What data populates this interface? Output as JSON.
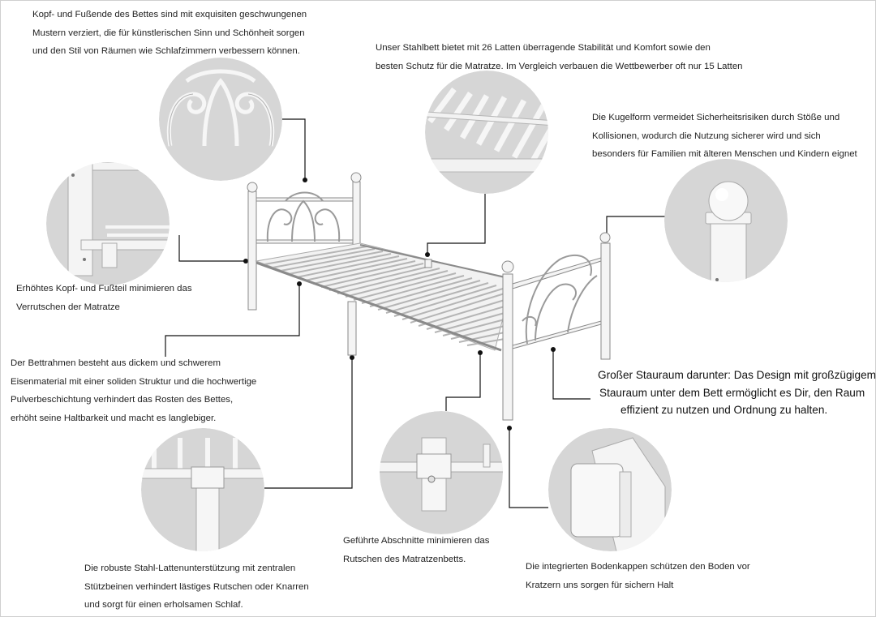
{
  "callouts": {
    "headboard": [
      "Kopf- und Fußende des Bettes sind mit exquisiten geschwungenen",
      "Mustern verziert, die für künstlerischen Sinn und Schönheit sorgen",
      "und den Stil von Räumen wie Schlafzimmern verbessern können."
    ],
    "slats": [
      "Unser Stahlbett bietet mit 26 Latten überragende Stabilität und Komfort sowie den",
      "besten Schutz für die Matratze. Im Vergleich verbauen die Wettbewerber oft nur 15 Latten"
    ],
    "ball": [
      "Die Kugelform vermeidet Sicherheitsrisiken durch Stöße und",
      "Kollisionen, wodurch die Nutzung sicherer wird und sich",
      "besonders für Familien mit älteren Menschen und Kindern eignet"
    ],
    "raised": [
      "Erhöhtes Kopf- und Fußteil minimieren das",
      "Verrutschen der Matratze"
    ],
    "frame_material": [
      "Der Bettrahmen besteht aus dickem und schwerem",
      "Eisenmaterial mit einer soliden Struktur und die hochwertige",
      "Pulverbeschichtung verhindert das Rosten des Bettes,",
      "erhöht seine Haltbarkeit und macht es langlebiger."
    ],
    "storage": [
      "Großer Stauraum darunter: Das Design mit großzügigem",
      "Stauraum unter dem Bett ermöglicht es Dir, den Raum",
      "effizient zu nutzen und Ordnung zu halten."
    ],
    "guided": [
      "Geführte Abschnitte minimieren das",
      "Rutschen des Matratzenbetts."
    ],
    "support": [
      "Die robuste Stahl-Lattenunterstützung mit zentralen",
      "Stützbeinen verhindert lästiges Rutschen oder Knarren",
      "und sorgt für einen erholsamen Schlaf."
    ],
    "caps": [
      "Die integrierten Bodenkappen schützen den Boden vor",
      "Kratzern uns sorgen für sichern Halt"
    ]
  },
  "colors": {
    "circle": "#d6d6d6",
    "metal": "#f3f3f3",
    "outline": "#8a8a8a",
    "leader": "#111111"
  },
  "icons": [
    "headboard-detail",
    "slats-detail",
    "ball-knob-detail",
    "raised-edge-detail",
    "center-leg-detail",
    "guide-bracket-detail",
    "floor-cap-detail"
  ]
}
